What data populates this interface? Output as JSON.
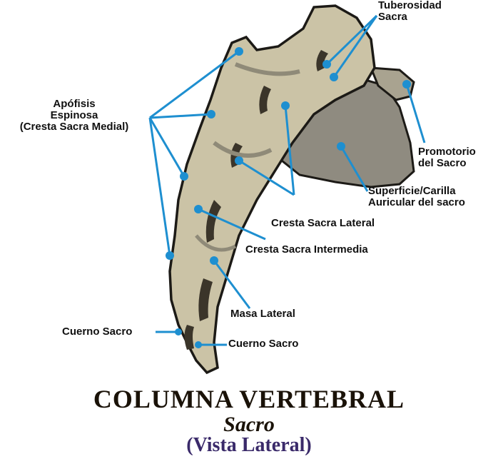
{
  "colors": {
    "bone": "#cbc3a6",
    "bone_shadow": "#8f8a78",
    "auricular": "#8f8b80",
    "outline": "#1c1a16",
    "leader": "#1e8fd0",
    "title": "#1a1208",
    "subtitle_accent": "#3a2a6a"
  },
  "labels": {
    "tuberosidad": [
      "Tuberosidad",
      "Sacra"
    ],
    "apofisis": [
      "Apófisis",
      "Espinosa",
      "(Cresta Sacra Medial)"
    ],
    "promotorio": [
      "Promotorio",
      "del Sacro"
    ],
    "superficie": [
      "Superficie/Carilla",
      "Auricular del sacro"
    ],
    "cresta_lateral": "Cresta Sacra Lateral",
    "cresta_intermedia": "Cresta Sacra Intermedia",
    "masa_lateral": "Masa Lateral",
    "cuerno_izq": "Cuerno Sacro",
    "cuerno_der": "Cuerno Sacro"
  },
  "title": {
    "main": "COLUMNA VERTEBRAL",
    "sub": "Sacro",
    "view": "(Vista Lateral)"
  }
}
